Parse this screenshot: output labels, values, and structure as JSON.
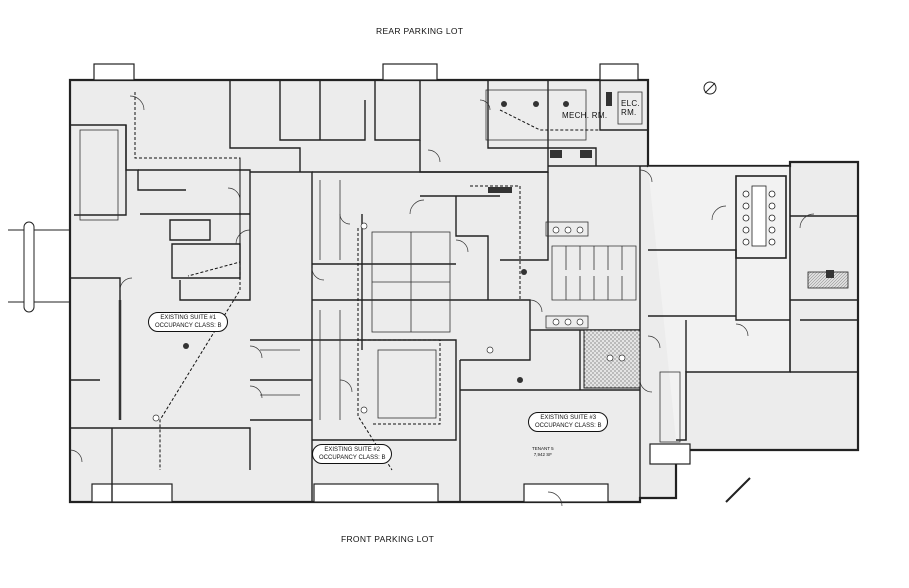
{
  "orientation": {
    "top_label": "REAR PARKING LOT",
    "bottom_label": "FRONT PARKING LOT"
  },
  "rooms": {
    "electrical": [
      "ELC.",
      "RM."
    ],
    "mechanical": "MECH. RM."
  },
  "suites": [
    {
      "line1": "EXISTING SUITE #1",
      "line2": "OCCUPANCY CLASS: B"
    },
    {
      "line1": "EXISTING SUITE #2",
      "line2": "OCCUPANCY CLASS: B"
    },
    {
      "line1": "EXISTING SUITE #3",
      "line2": "OCCUPANCY CLASS: B"
    }
  ],
  "tenant_tag": {
    "line1": "TENANT 5",
    "line2": "7,942 SF"
  },
  "colors": {
    "line": "#222222",
    "floor": "#ececec",
    "fill_dark": "#333333"
  }
}
